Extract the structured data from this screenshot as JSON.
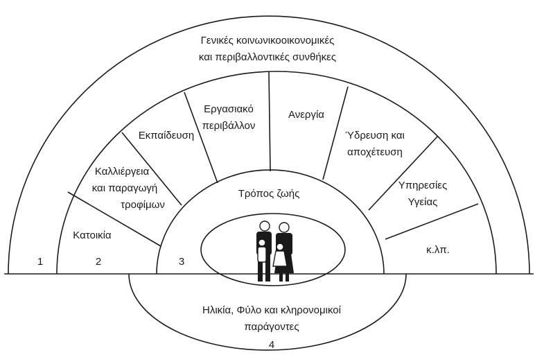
{
  "outer_layer": {
    "line1": "Γενικές κοινωνικοοικονομικές",
    "line2": "και περιβαλλοντικές συνθήκες"
  },
  "sectors": {
    "housing": "Κατοικία",
    "agriculture_line1": "Καλλιέργεια",
    "agriculture_line2": "και παραγωγή",
    "agriculture_line3": "τροφίμων",
    "education": "Εκπαίδευση",
    "work_line1": "Εργασιακό",
    "work_line2": "περιβάλλον",
    "unemployment": "Ανεργία",
    "water_line1": "Ύδρευση και",
    "water_line2": "αποχέτευση",
    "health_line1": "Υπηρεσίες",
    "health_line2": "Υγείας",
    "etc": "κ.λπ."
  },
  "lifestyle": "Τρόπος ζωής",
  "base": {
    "line1": "Ηλικία, Φύλο και κληρονομικοί",
    "line2": "παράγοντες"
  },
  "layer_numbers": {
    "one": "1",
    "two": "2",
    "three": "3",
    "four": "4"
  }
}
